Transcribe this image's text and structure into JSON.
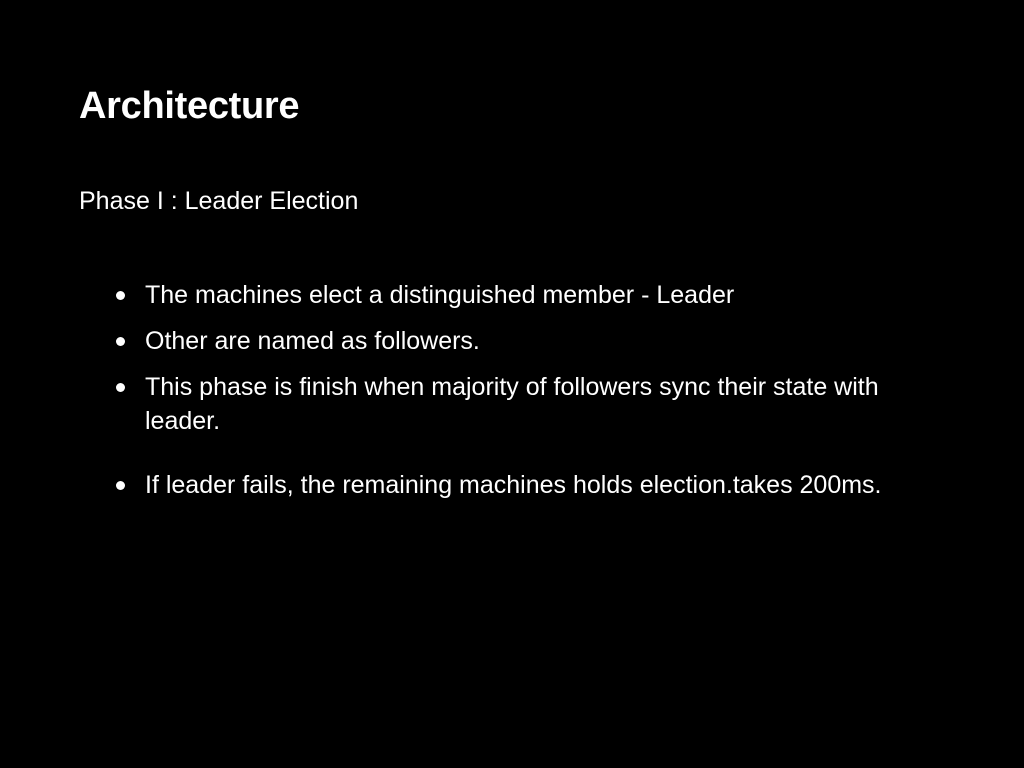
{
  "slide": {
    "title": "Architecture",
    "subtitle": "Phase I : Leader Election",
    "bullets": [
      "The machines elect a distinguished member - Leader",
      "Other are named as followers.",
      "This phase is finish when majority of followers sync their state with leader.",
      "If leader fails, the remaining machines holds election.takes 200ms."
    ]
  },
  "colors": {
    "background": "#000000",
    "text": "#ffffff"
  }
}
